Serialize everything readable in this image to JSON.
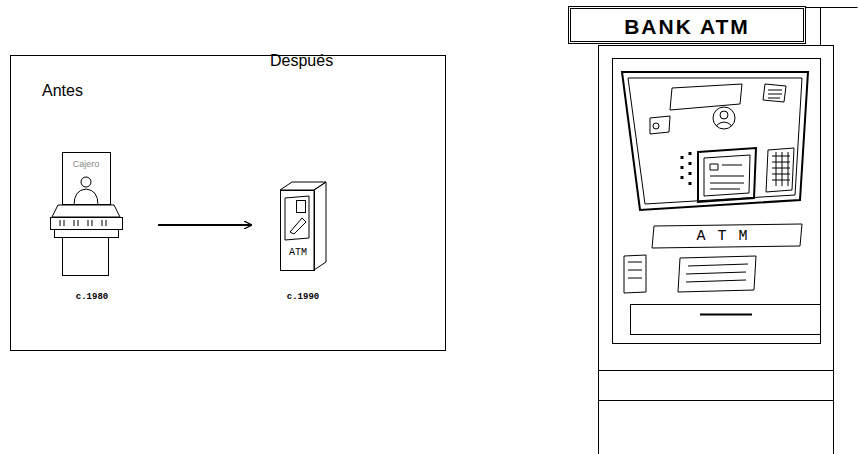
{
  "diagram": {
    "nodes": [
      {
        "text": [
          "Antes",
          "Cajero",
          "c.1980"
        ]
      },
      {
        "text": [
          "Después",
          "ATM",
          "c.1990"
        ]
      },
      {
        "text": [
          "BANK ATM"
        ]
      },
      {
        "text": [
          "ATM"
        ]
      }
    ],
    "edges": [
      {
        "from": 0,
        "to": 1,
        "arrow": "to"
      }
    ]
  }
}
